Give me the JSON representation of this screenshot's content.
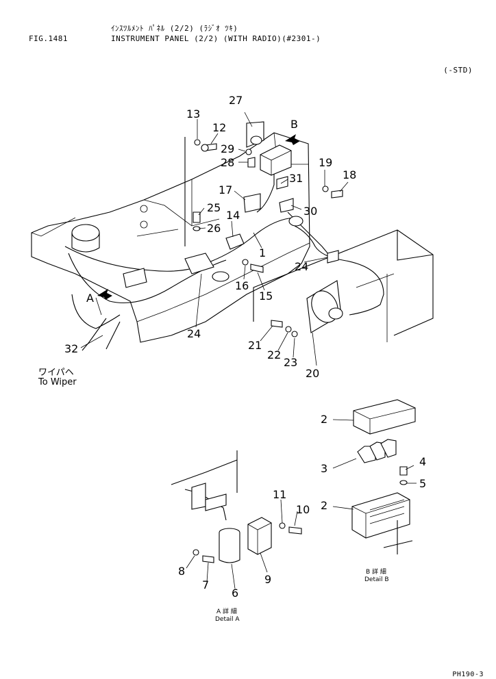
{
  "header": {
    "figure_no": "FIG.1481",
    "title_jp": "ｲﾝｽﾂﾙﾒﾝﾄ ﾊﾟﾈﾙ (2/2) (ﾗｼﾞｵ ﾂｷ)",
    "title": "INSTRUMENT PANEL (2/2) (WITH RADIO)(#2301-)",
    "variant": "(-STD)"
  },
  "diagram": {
    "callouts": [
      "1",
      "2",
      "2",
      "3",
      "4",
      "5",
      "6",
      "7",
      "8",
      "9",
      "10",
      "11",
      "12",
      "13",
      "14",
      "15",
      "16",
      "17",
      "18",
      "19",
      "20",
      "21",
      "22",
      "23",
      "24",
      "24",
      "25",
      "26",
      "27",
      "28",
      "29",
      "30",
      "31",
      "32"
    ],
    "view_markers": [
      "A",
      "B"
    ],
    "wiper_label_jp": "ワイパヘ",
    "wiper_label_en": "To Wiper",
    "detail_a_jp": "A 詳 細",
    "detail_a": "Detail A",
    "detail_b_jp": "B 詳 細",
    "detail_b": "Detail B"
  },
  "footer": {
    "page_code": "PH190-3"
  }
}
